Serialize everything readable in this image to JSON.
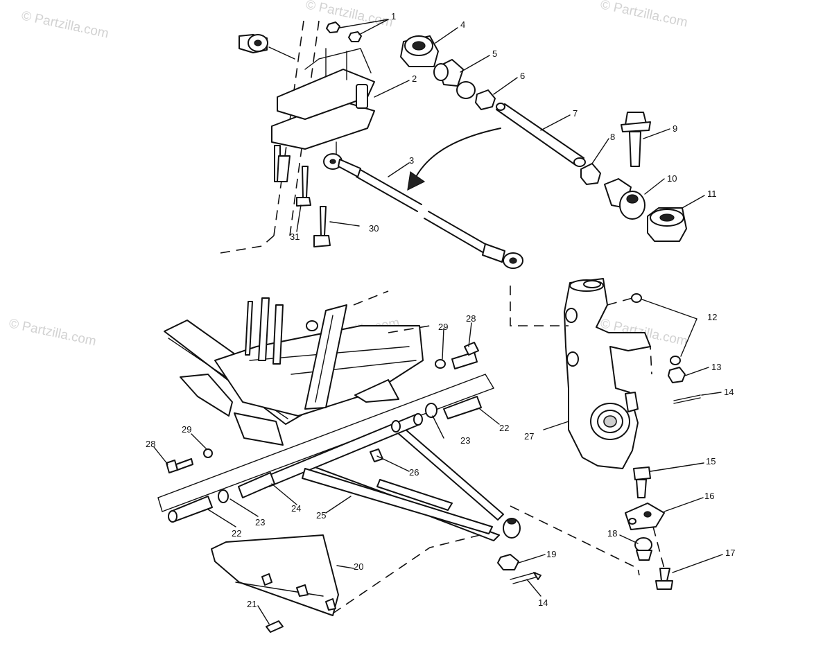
{
  "watermark": {
    "text": "© Partzilla.com",
    "center_text": "Partzilla.com"
  },
  "callouts": [
    "1",
    "2",
    "3",
    "4",
    "5",
    "6",
    "7",
    "8",
    "9",
    "10",
    "11",
    "12",
    "13",
    "14",
    "14",
    "15",
    "16",
    "17",
    "18",
    "19",
    "20",
    "21",
    "22",
    "22",
    "23",
    "23",
    "24",
    "25",
    "26",
    "27",
    "28",
    "28",
    "29",
    "29",
    "30",
    "31"
  ]
}
